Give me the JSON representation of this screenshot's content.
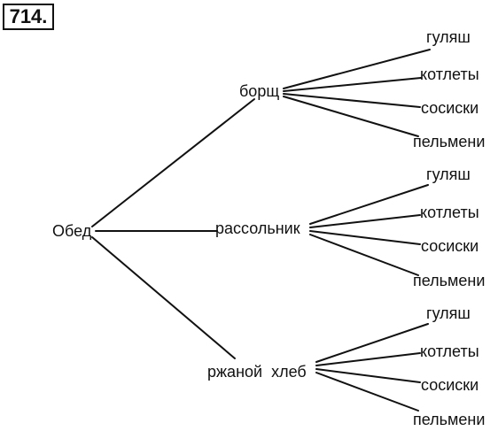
{
  "problem": {
    "number": "714."
  },
  "tree": {
    "root": "Обед",
    "branches": [
      {
        "label": "борщ",
        "children": [
          "гуляш",
          "котлеты",
          "сосиски",
          "пельмени"
        ]
      },
      {
        "label": "рассольник",
        "children": [
          "гуляш",
          "котлеты",
          "сосиски",
          "пельмени"
        ]
      },
      {
        "label": "ржаной  хлеб",
        "children": [
          "гуляш",
          "котлеты",
          "сосиски",
          "пельмени"
        ]
      }
    ]
  }
}
